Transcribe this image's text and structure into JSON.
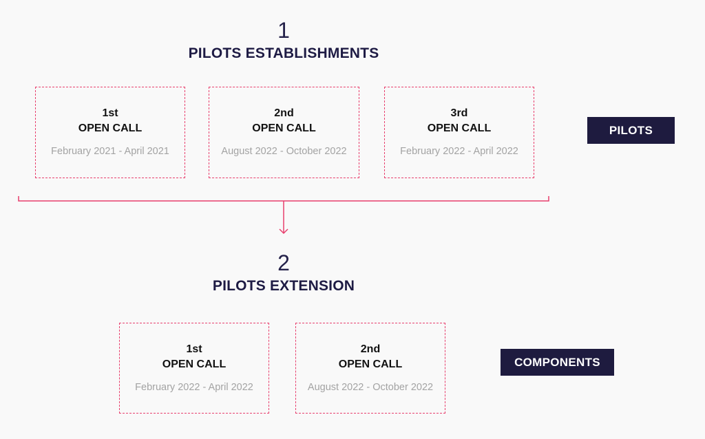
{
  "phases": [
    {
      "number": "1",
      "title": "PILOTS ESTABLISHMENTS",
      "tag": "PILOTS",
      "calls": [
        {
          "ordinal": "1st",
          "name": "OPEN CALL",
          "dates": "February 2021 - April 2021"
        },
        {
          "ordinal": "2nd",
          "name": "OPEN CALL",
          "dates": "August 2022 - October 2022"
        },
        {
          "ordinal": "3rd",
          "name": "OPEN CALL",
          "dates": "February 2022 - April 2022"
        }
      ]
    },
    {
      "number": "2",
      "title": "PILOTS EXTENSION",
      "tag": "COMPONENTS",
      "calls": [
        {
          "ordinal": "1st",
          "name": "OPEN CALL",
          "dates": "February 2022 - April 2022"
        },
        {
          "ordinal": "2nd",
          "name": "OPEN CALL",
          "dates": "August 2022 - October 2022"
        }
      ]
    }
  ],
  "colors": {
    "accent": "#e83e6c",
    "tag_background": "#1e1b3f",
    "title": "#1e1b44",
    "dates": "#a3a3a3",
    "background": "#f9f9f9"
  }
}
